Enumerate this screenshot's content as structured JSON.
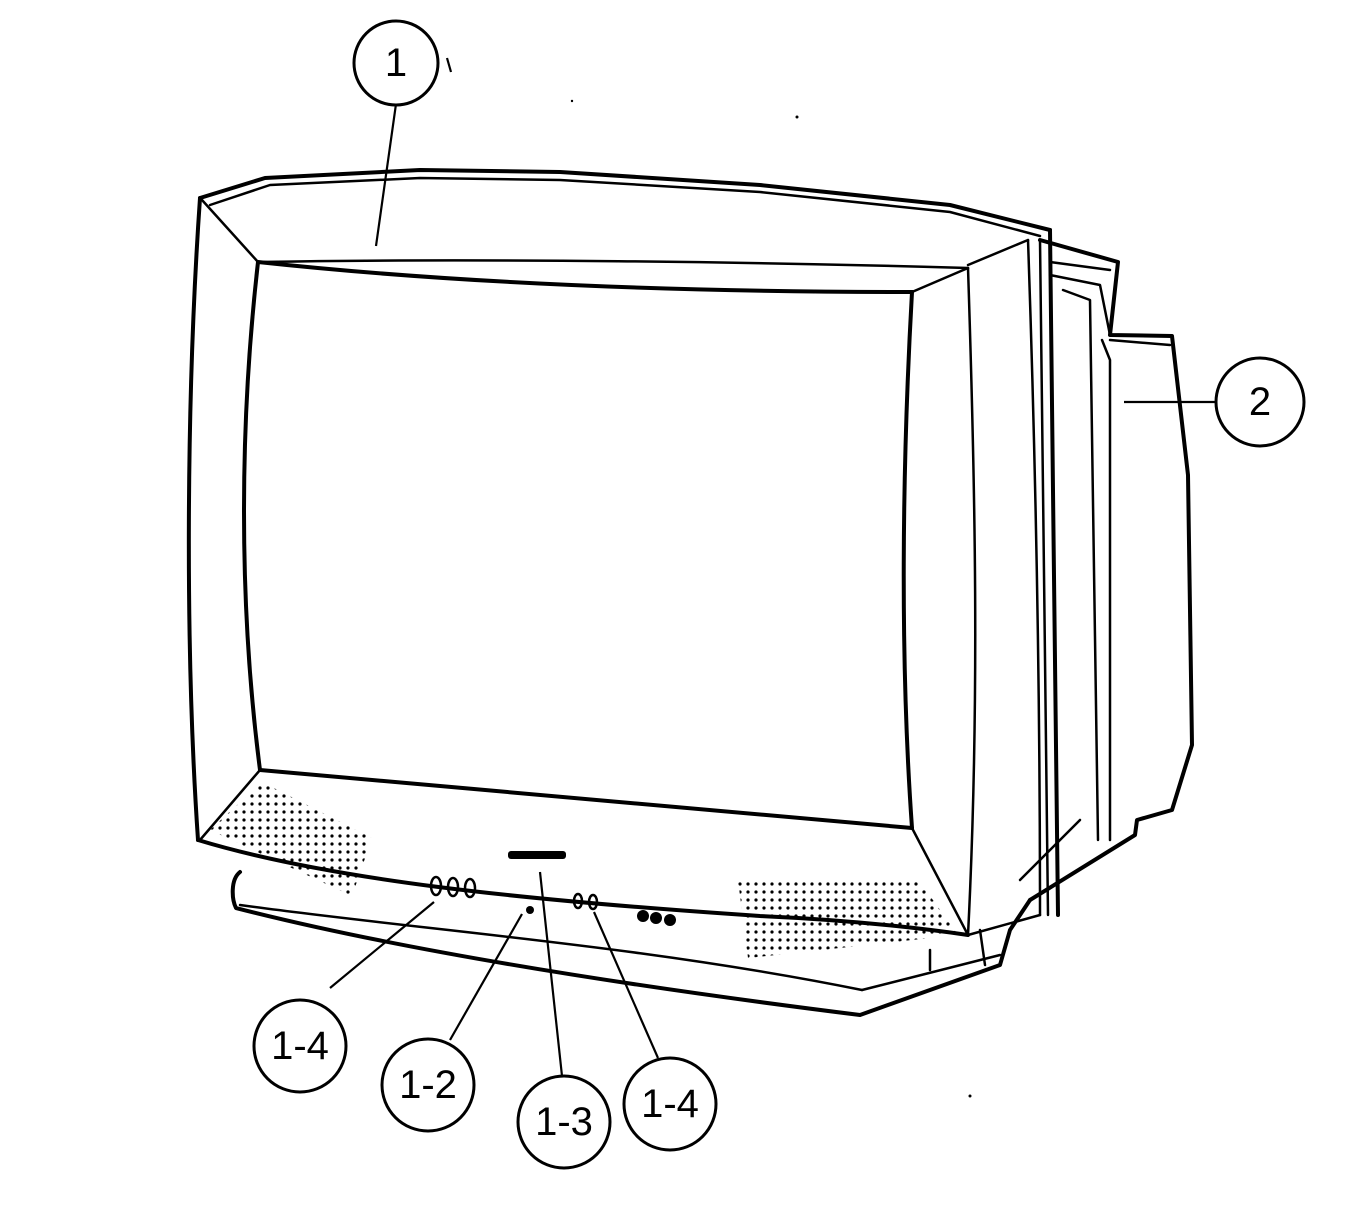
{
  "callouts": [
    {
      "id": "c1",
      "label": "1"
    },
    {
      "id": "c2",
      "label": "2"
    },
    {
      "id": "c3",
      "label": "1-4"
    },
    {
      "id": "c4",
      "label": "1-2"
    },
    {
      "id": "c5",
      "label": "1-3"
    },
    {
      "id": "c6",
      "label": "1-4"
    }
  ],
  "colors": {
    "line": "#000000",
    "background": "#ffffff"
  }
}
